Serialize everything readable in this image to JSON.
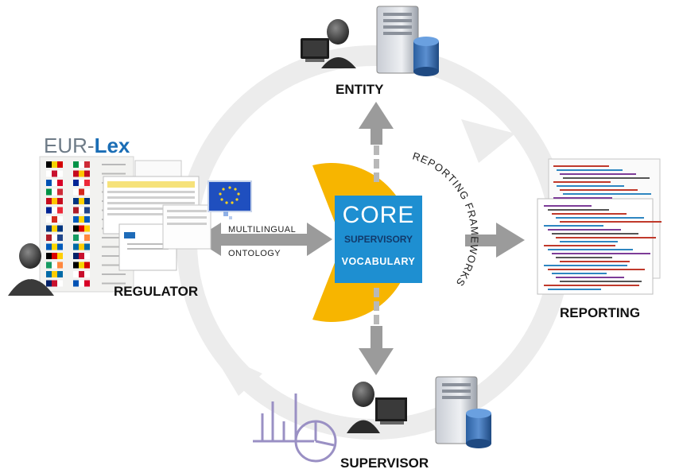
{
  "source_logo": {
    "eur": "EUR-",
    "lex": "Lex"
  },
  "nodes": {
    "entity": "ENTITY",
    "regulator": "REGULATOR",
    "reporting": "REPORTING",
    "supervisor": "SUPERVISOR"
  },
  "connector_labels": {
    "multilingual": "MULTILINGUAL",
    "ontology": "ONTOLOGY"
  },
  "core": {
    "title": "CORE",
    "line2": "SUPERVISORY",
    "line3": "VOCABULARY",
    "arc_text": "REPORTING FRAMEWORKS"
  },
  "colors": {
    "core_blue": "#1e8fd1",
    "core_yellow": "#f7b500",
    "arrow_gray": "#9b9b9b",
    "cycle_gray": "#ececec"
  }
}
